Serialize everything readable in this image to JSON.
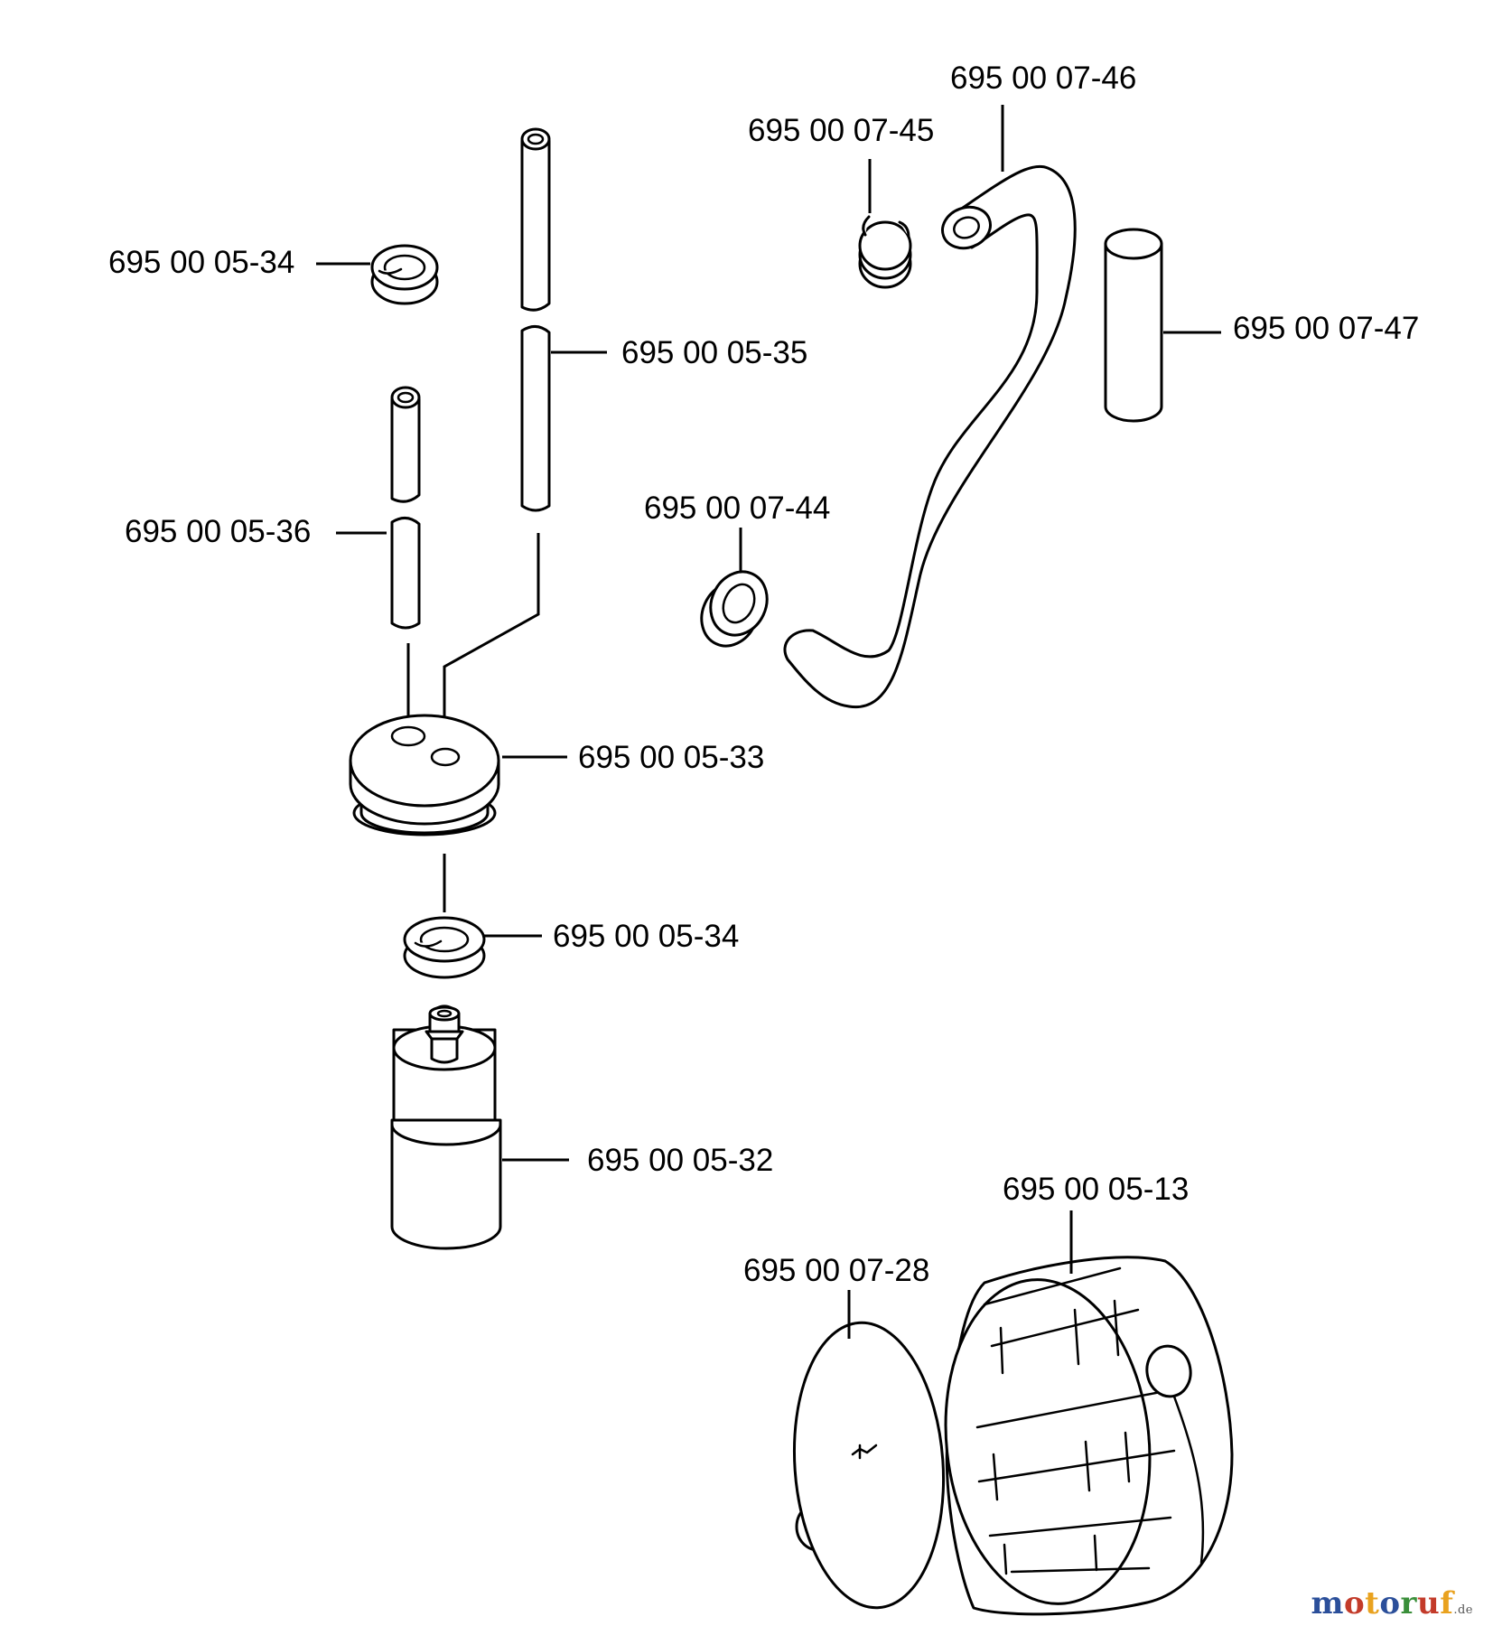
{
  "labels": {
    "seal_top": "695 00 05-34",
    "hose_long": "695 00 05-35",
    "hose_short": "695 00 05-36",
    "grommet": "695 00 05-33",
    "seal_bottom": "695 00 05-34",
    "filter": "695 00 05-32",
    "clamp": "695 00 07-45",
    "curved_hose": "695 00 07-46",
    "sleeve": "695 00 07-47",
    "ring": "695 00 07-44",
    "cap": "695 00 05-13",
    "gasket": "695 00 07-28"
  },
  "watermark": {
    "letters": [
      "m",
      "o",
      "t",
      "o",
      "r",
      "u",
      "f"
    ],
    "colors": [
      "#2b4f9a",
      "#c33b2a",
      "#e9a21f",
      "#2b4f9a",
      "#3a8f3a",
      "#c33b2a",
      "#e9a21f"
    ],
    "suffix": ".de"
  }
}
